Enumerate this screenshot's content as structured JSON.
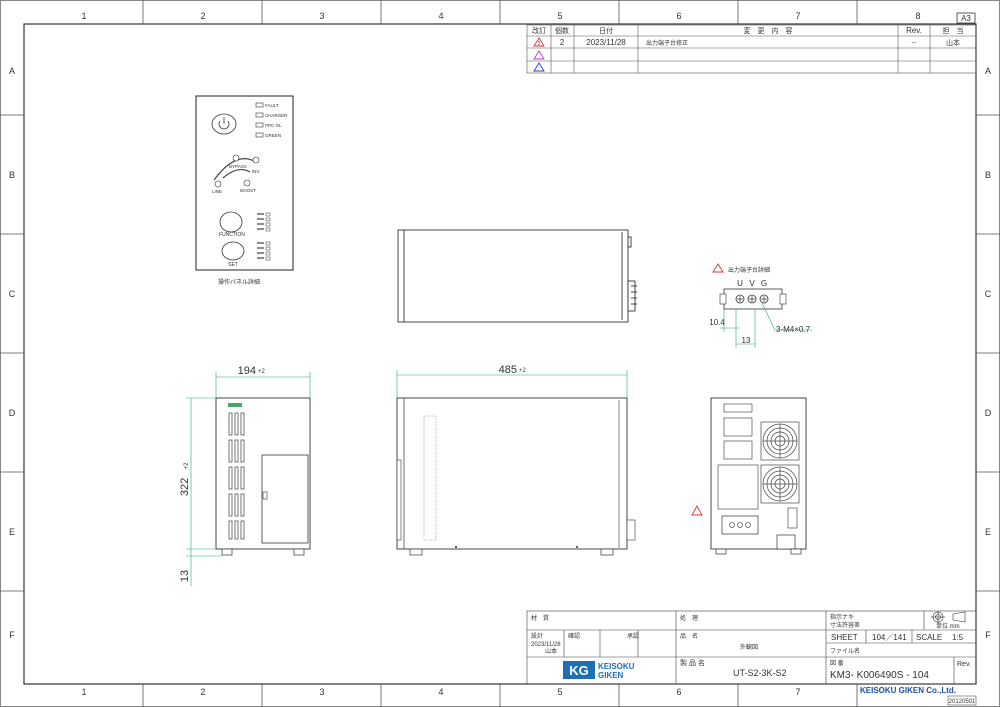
{
  "sheet_size": "A3",
  "columns": [
    "1",
    "2",
    "3",
    "4",
    "5",
    "6",
    "7",
    "8"
  ],
  "rows": [
    "A",
    "B",
    "C",
    "D",
    "E",
    "F"
  ],
  "revision_table": {
    "headers": [
      "改訂",
      "個数",
      "日付",
      "変　更　内　容",
      "Rev.",
      "担　当"
    ],
    "rows": [
      {
        "count": "2",
        "date": "2023/11/28",
        "content": "出力端子台修正",
        "rev": "--",
        "person": "山本"
      },
      {
        "count": "",
        "date": "",
        "content": "",
        "rev": "",
        "person": ""
      },
      {
        "count": "",
        "date": "",
        "content": "",
        "rev": "",
        "person": ""
      }
    ]
  },
  "panel": {
    "indicators": [
      "FAULT",
      "CHARGER",
      "PPC-OL",
      "GREEN"
    ],
    "arc_labels": [
      "BYPASS",
      "INV.",
      "LINE",
      "BOOST"
    ],
    "function_label": "FUNCTION",
    "set_label": "SET",
    "caption": "操作パネル詳細"
  },
  "dimensions": {
    "width": "194",
    "width_tol": "+2",
    "length": "485",
    "length_tol": "+2",
    "height": "322",
    "height_tol": "+2",
    "foot": "13"
  },
  "terminal": {
    "title": "出力端子台詳細",
    "labels": [
      "U",
      "V",
      "G"
    ],
    "dim_a": "10.4",
    "dim_b": "13",
    "screw": "3-M4×0.7"
  },
  "title_block": {
    "material_label": "材　質",
    "process_label": "処　理",
    "note1": "指示ナキ",
    "note2": "寸法許容差",
    "unit": "単位 mm",
    "design_label": "設計",
    "design_date": "2023/11/28",
    "designer": "山本",
    "check_label": "確認",
    "approve_label": "承認",
    "name_label": "品　名",
    "name_value": "外観図",
    "sheet_label": "SHEET",
    "sheet_value": "104／141",
    "scale_label": "SCALE",
    "scale_value": "1:5",
    "file_label": "ファイル名",
    "product_label": "製 品 名",
    "product_value": "UT-S2-3K-S2",
    "drawing_label": "図 番",
    "drawing_value": "KM3- K006490S - 104",
    "rev_label": "Rev.",
    "logo_mark": "KG",
    "logo_line1": "KEISOKU",
    "logo_line2": "GIKEN",
    "company": "KEISOKU GIKEN Co.,Ltd.",
    "form_code": "20120501"
  }
}
